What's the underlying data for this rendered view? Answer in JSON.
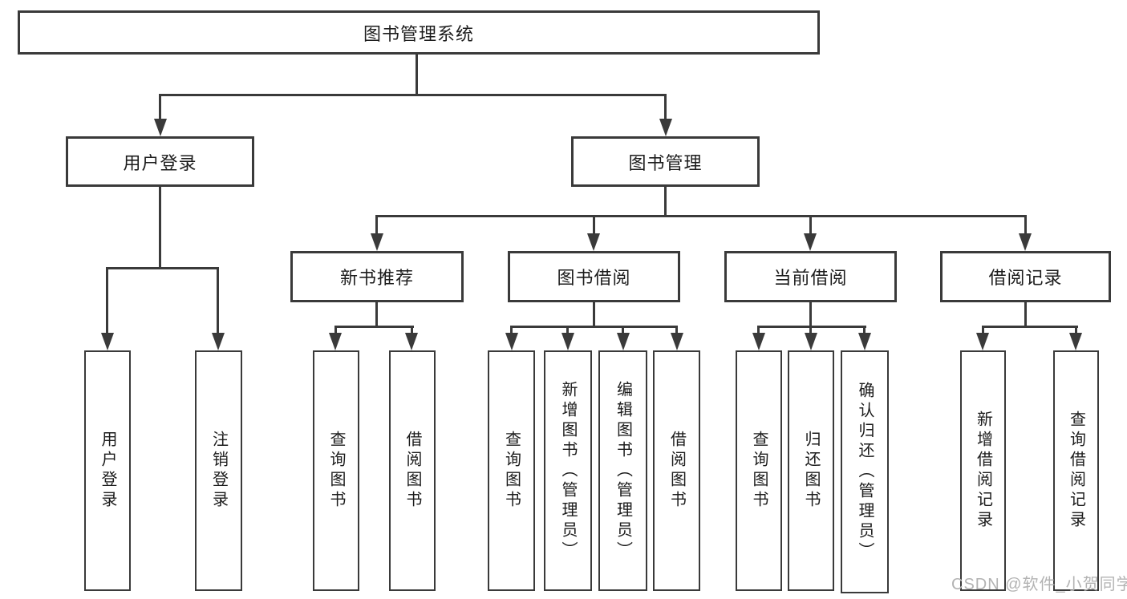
{
  "diagram": {
    "title_node": "图书管理系统",
    "branches": {
      "user": "用户登录",
      "book": "图书管理"
    },
    "modules": [
      "新书推荐",
      "图书借阅",
      "当前借阅",
      "借阅记录"
    ],
    "leaves": {
      "user": [
        "用户登录",
        "注销登录"
      ],
      "recommend": [
        "查询图书",
        "借阅图书"
      ],
      "borrow": [
        "查询图书",
        "新增图书（管理员）",
        "编辑图书（管理员）",
        "借阅图书"
      ],
      "current": [
        "查询图书",
        "归还图书",
        "确认归还（管理员）"
      ],
      "records": [
        "新增借阅记录",
        "查询借阅记录"
      ]
    },
    "watermark": "CSDN @软件_小贺同学",
    "colors": {
      "line": "#3a3a3a",
      "text": "#1c1c1c",
      "background": "#ffffff",
      "watermark": "#b3b3b3"
    }
  }
}
